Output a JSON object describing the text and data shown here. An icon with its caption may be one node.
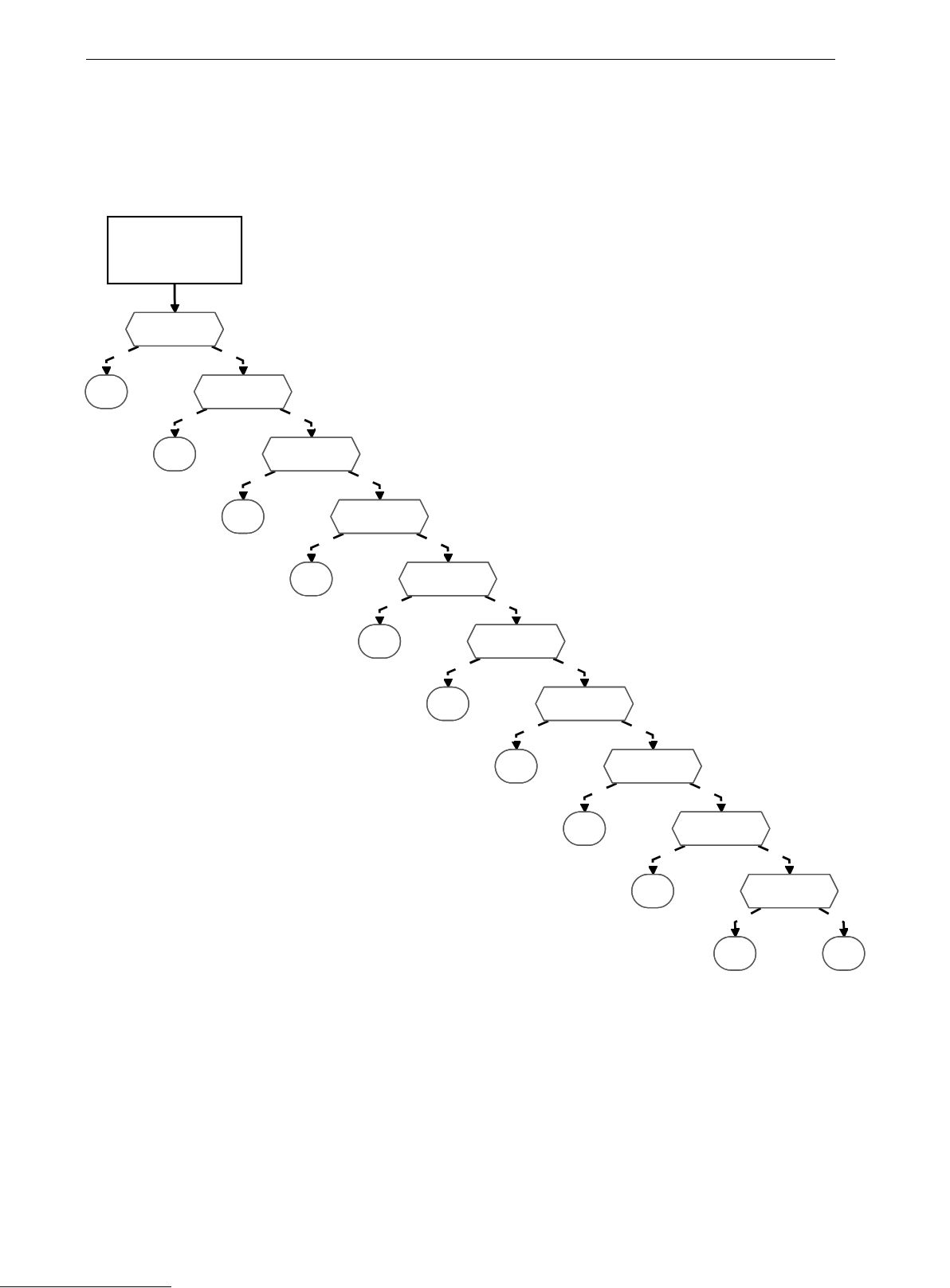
{
  "diagram": {
    "nodes": [
      {
        "text": [],
        "shape": "box"
      },
      {
        "text": [],
        "shape": "hexagon"
      },
      {
        "text": [],
        "shape": "stadium"
      },
      {
        "text": [],
        "shape": "hexagon"
      },
      {
        "text": [],
        "shape": "stadium"
      },
      {
        "text": [],
        "shape": "hexagon"
      },
      {
        "text": [],
        "shape": "stadium"
      },
      {
        "text": [],
        "shape": "hexagon"
      },
      {
        "text": [],
        "shape": "stadium"
      },
      {
        "text": [],
        "shape": "hexagon"
      },
      {
        "text": [],
        "shape": "stadium"
      },
      {
        "text": [],
        "shape": "hexagon"
      },
      {
        "text": [],
        "shape": "stadium"
      },
      {
        "text": [],
        "shape": "hexagon"
      },
      {
        "text": [],
        "shape": "stadium"
      },
      {
        "text": [],
        "shape": "hexagon"
      },
      {
        "text": [],
        "shape": "stadium"
      },
      {
        "text": [],
        "shape": "hexagon"
      },
      {
        "text": [],
        "shape": "stadium"
      },
      {
        "text": [],
        "shape": "hexagon"
      },
      {
        "text": [],
        "shape": "stadium"
      },
      {
        "text": [],
        "shape": "stadium"
      }
    ],
    "edges": [
      {
        "from": 0,
        "to": 1,
        "arrow": "to"
      },
      {
        "from": 1,
        "to": 2,
        "arrow": "to",
        "style": "dashed"
      },
      {
        "from": 1,
        "to": 3,
        "arrow": "to",
        "style": "dashed"
      },
      {
        "from": 3,
        "to": 4,
        "arrow": "to",
        "style": "dashed"
      },
      {
        "from": 3,
        "to": 5,
        "arrow": "to",
        "style": "dashed"
      },
      {
        "from": 5,
        "to": 6,
        "arrow": "to",
        "style": "dashed"
      },
      {
        "from": 5,
        "to": 7,
        "arrow": "to",
        "style": "dashed"
      },
      {
        "from": 7,
        "to": 8,
        "arrow": "to",
        "style": "dashed"
      },
      {
        "from": 7,
        "to": 9,
        "arrow": "to",
        "style": "dashed"
      },
      {
        "from": 9,
        "to": 10,
        "arrow": "to",
        "style": "dashed"
      },
      {
        "from": 9,
        "to": 11,
        "arrow": "to",
        "style": "dashed"
      },
      {
        "from": 11,
        "to": 12,
        "arrow": "to",
        "style": "dashed"
      },
      {
        "from": 11,
        "to": 13,
        "arrow": "to",
        "style": "dashed"
      },
      {
        "from": 13,
        "to": 14,
        "arrow": "to",
        "style": "dashed"
      },
      {
        "from": 13,
        "to": 15,
        "arrow": "to",
        "style": "dashed"
      },
      {
        "from": 15,
        "to": 16,
        "arrow": "to",
        "style": "dashed"
      },
      {
        "from": 15,
        "to": 17,
        "arrow": "to",
        "style": "dashed"
      },
      {
        "from": 17,
        "to": 18,
        "arrow": "to",
        "style": "dashed"
      },
      {
        "from": 17,
        "to": 19,
        "arrow": "to",
        "style": "dashed"
      },
      {
        "from": 19,
        "to": 20,
        "arrow": "to",
        "style": "dashed"
      },
      {
        "from": 19,
        "to": 21,
        "arrow": "to",
        "style": "dashed"
      }
    ]
  }
}
